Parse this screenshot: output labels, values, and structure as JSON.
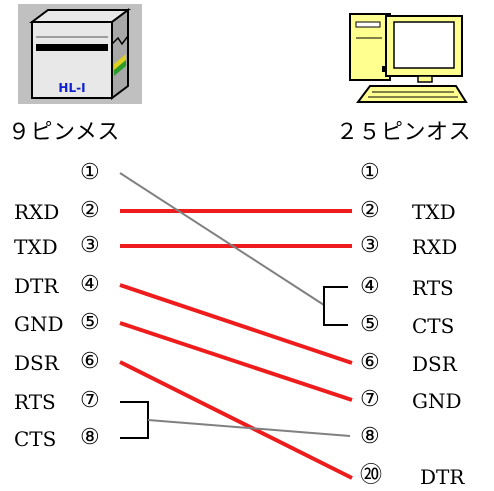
{
  "colors": {
    "wire_red": "#ee1c1c",
    "wire_gray": "#808080"
  },
  "devices": {
    "left": {
      "label": "HL-I",
      "heading": "９ピンメス"
    },
    "right": {
      "heading": "２５ピンオス"
    }
  },
  "left_pins": [
    {
      "num": "①",
      "signal": ""
    },
    {
      "num": "②",
      "signal": "RXD"
    },
    {
      "num": "③",
      "signal": "TXD"
    },
    {
      "num": "④",
      "signal": "DTR"
    },
    {
      "num": "⑤",
      "signal": "GND"
    },
    {
      "num": "⑥",
      "signal": "DSR"
    },
    {
      "num": "⑦",
      "signal": "RTS"
    },
    {
      "num": "⑧",
      "signal": "CTS"
    }
  ],
  "right_pins": [
    {
      "num": "①",
      "signal": ""
    },
    {
      "num": "②",
      "signal": "TXD"
    },
    {
      "num": "③",
      "signal": "RXD"
    },
    {
      "num": "④",
      "signal": "RTS"
    },
    {
      "num": "⑤",
      "signal": "CTS"
    },
    {
      "num": "⑥",
      "signal": "DSR"
    },
    {
      "num": "⑦",
      "signal": "GND"
    },
    {
      "num": "⑧",
      "signal": ""
    },
    {
      "num": "⑳",
      "signal": "DTR"
    }
  ]
}
